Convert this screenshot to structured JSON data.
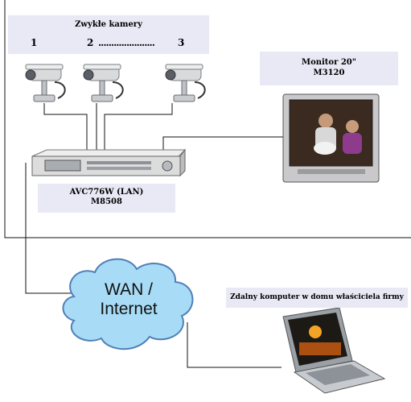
{
  "cameras_label": {
    "title": "Zwykłe kamery",
    "n1": "1",
    "n2": "2",
    "dots": "......................",
    "n3": "3"
  },
  "monitor_label": {
    "line1": "Monitor 20\"",
    "line2": "M3120"
  },
  "dvr_label": {
    "line1": "AVC776W (LAN)",
    "line2": "M8508"
  },
  "cloud_label": {
    "line1": "WAN /",
    "line2": "Internet"
  },
  "laptop_label": {
    "text": "Zdalny komputer w domu właściciela firmy"
  },
  "colors": {
    "cloud_fill": "#a8dcf6",
    "cloud_stroke": "#4f7fb8",
    "label_bg": "#e9e9f6",
    "line": "#111111"
  }
}
